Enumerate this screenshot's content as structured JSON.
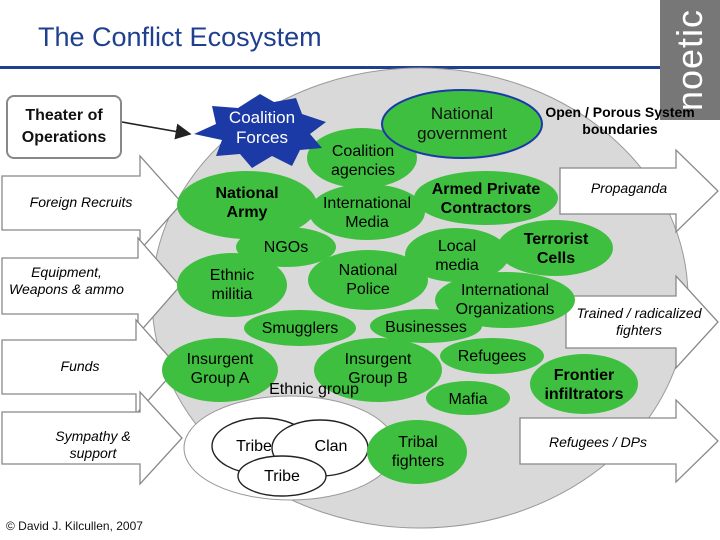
{
  "slide": {
    "title": "The Conflict Ecosystem",
    "brand": "noetic",
    "theater": "Theater of Operations",
    "credit": "© David J. Kilcullen, 2007",
    "open_porous": "Open / Porous System boundaries"
  },
  "inputs": [
    "Foreign Recruits",
    "Equipment, Weapons & ammo",
    "Funds",
    "Sympathy & support"
  ],
  "outputs": [
    "Propaganda",
    "Trained / radicalized fighters",
    "Refugees / DPs"
  ],
  "actors": {
    "coalition_forces": "Coalition Forces",
    "national_government": "National government",
    "coalition_agencies": "Coalition agencies",
    "national_army": "National Army",
    "international_media": "International Media",
    "armed_private_contractors": "Armed Private Contractors",
    "ngos": "NGOs",
    "local_media": "Local media",
    "terrorist_cells": "Terrorist Cells",
    "ethnic_militia": "Ethnic militia",
    "national_police": "National Police",
    "international_organizations": "International Organizations",
    "smugglers": "Smugglers",
    "businesses": "Businesses",
    "insurgent_a": "Insurgent Group A",
    "insurgent_b": "Insurgent Group B",
    "refugees": "Refugees",
    "mafia": "Mafia",
    "frontier_infiltrators": "Frontier infiltrators",
    "ethnic_group": "Ethnic group",
    "tribe_1": "Tribe",
    "clan": "Clan",
    "tribe_2": "Tribe",
    "tribal_fighters": "Tribal fighters"
  },
  "colors": {
    "title_blue": "#1f3f8f",
    "ecosystem_gray": "#d9d9d9",
    "actor_green": "#3fbf3f",
    "coalition_blue": "#1c3aa6",
    "brand_gray": "#777777"
  }
}
